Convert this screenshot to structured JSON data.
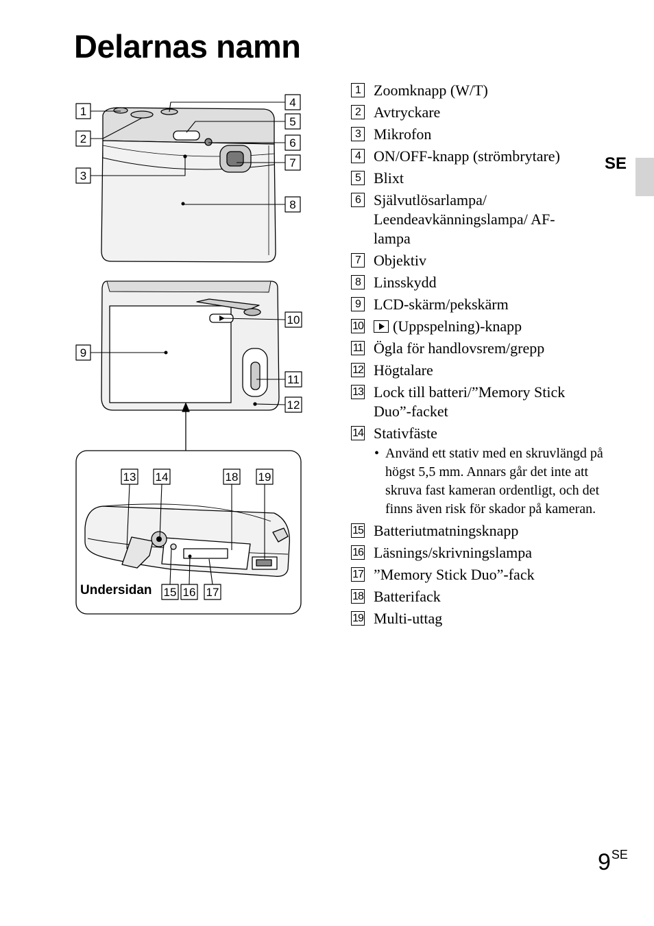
{
  "page": {
    "title": "Delarnas namn",
    "language_tab": "SE",
    "page_number": "9",
    "page_suffix": "SE"
  },
  "figure": {
    "callouts": [
      "1",
      "2",
      "3",
      "4",
      "5",
      "6",
      "7",
      "8",
      "9",
      "10",
      "11",
      "12",
      "13",
      "14",
      "15",
      "16",
      "17",
      "18",
      "19"
    ],
    "bottom_caption": "Undersidan"
  },
  "parts": [
    {
      "number": "1",
      "label": "Zoomknapp (W/T)"
    },
    {
      "number": "2",
      "label": "Avtryckare"
    },
    {
      "number": "3",
      "label": "Mikrofon"
    },
    {
      "number": "4",
      "label": "ON/OFF-knapp (strömbrytare)"
    },
    {
      "number": "5",
      "label": "Blixt"
    },
    {
      "number": "6",
      "label": "Självutlösarlampa/ Leendeavkänningslampa/ AF-lampa"
    },
    {
      "number": "7",
      "label": "Objektiv"
    },
    {
      "number": "8",
      "label": "Linsskydd"
    },
    {
      "number": "9",
      "label": "LCD-skärm/pekskärm"
    },
    {
      "number": "10",
      "label": "(Uppspelning)-knapp",
      "icon": "play-button-icon"
    },
    {
      "number": "11",
      "label": "Ögla för handlovsrem/grepp"
    },
    {
      "number": "12",
      "label": "Högtalare"
    },
    {
      "number": "13",
      "label": "Lock till batteri/”Memory Stick Duo”-facket"
    },
    {
      "number": "14",
      "label": "Stativfäste",
      "note": "Använd ett stativ med en skruvlängd på högst 5,5 mm. Annars går det inte att skruva fast kameran ordentligt, och det finns även risk för skador på kameran."
    },
    {
      "number": "15",
      "label": "Batteriutmatningsknapp"
    },
    {
      "number": "16",
      "label": "Läsnings/skrivningslampa"
    },
    {
      "number": "17",
      "label": "”Memory Stick Duo”-fack"
    },
    {
      "number": "18",
      "label": "Batterifack"
    },
    {
      "number": "19",
      "label": "Multi-uttag"
    }
  ]
}
